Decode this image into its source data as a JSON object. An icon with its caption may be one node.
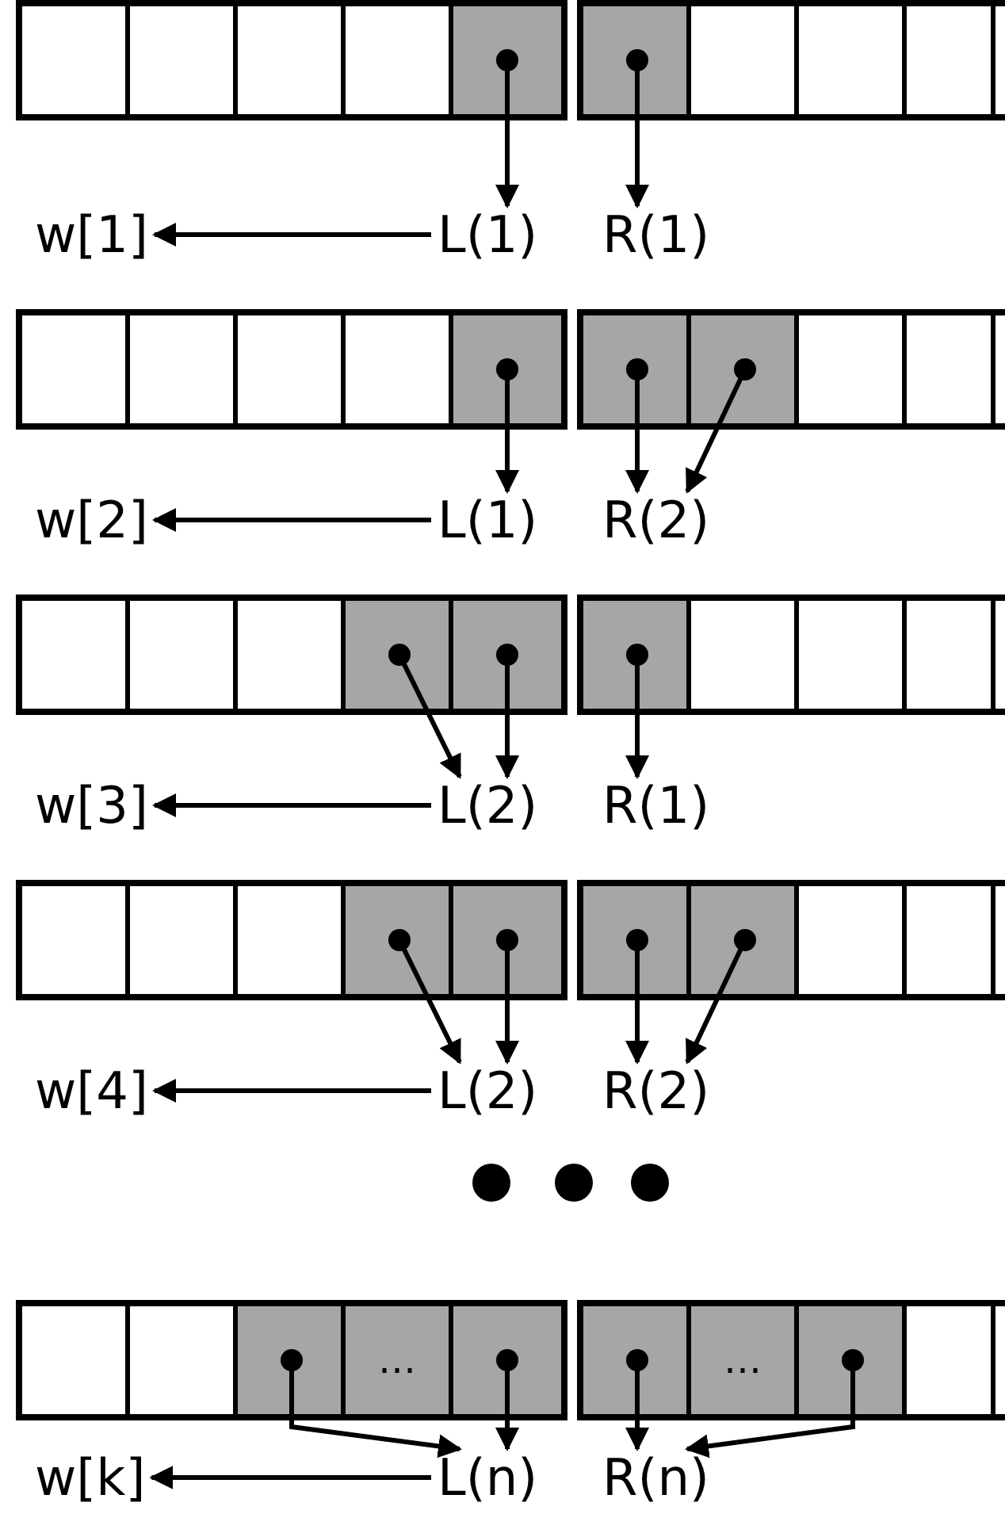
{
  "diagram": {
    "nodes": [
      {
        "text": [],
        "shape": "box"
      },
      {
        "text": [],
        "shape": "box",
        "in": 0
      },
      {
        "text": [],
        "shape": "box",
        "in": 0
      },
      {
        "text": [],
        "shape": "box",
        "in": 0
      },
      {
        "text": [],
        "shape": "box",
        "in": 0
      },
      {
        "text": [],
        "shape": "box",
        "in": 0
      },
      {
        "text": [],
        "shape": "box"
      },
      {
        "text": [],
        "shape": "box",
        "in": 6
      },
      {
        "text": [],
        "shape": "box",
        "in": 6
      },
      {
        "text": [],
        "shape": "box",
        "in": 6
      },
      {
        "text": [],
        "shape": "box",
        "in": 6
      },
      {
        "text": [
          "w[1]"
        ]
      },
      {
        "text": [
          "L(1)"
        ]
      },
      {
        "text": [
          "R(1)"
        ]
      },
      {
        "text": [],
        "shape": "box"
      },
      {
        "text": [],
        "shape": "box",
        "in": 14
      },
      {
        "text": [],
        "shape": "box",
        "in": 14
      },
      {
        "text": [],
        "shape": "box",
        "in": 14
      },
      {
        "text": [],
        "shape": "box",
        "in": 14
      },
      {
        "text": [],
        "shape": "box",
        "in": 14
      },
      {
        "text": [],
        "shape": "box"
      },
      {
        "text": [],
        "shape": "box",
        "in": 20
      },
      {
        "text": [],
        "shape": "box",
        "in": 20
      },
      {
        "text": [],
        "shape": "box",
        "in": 20
      },
      {
        "text": [],
        "shape": "box",
        "in": 20
      },
      {
        "text": [
          "w[2]"
        ]
      },
      {
        "text": [
          "L(1)"
        ]
      },
      {
        "text": [
          "R(2)"
        ]
      },
      {
        "text": [],
        "shape": "box"
      },
      {
        "text": [],
        "shape": "box",
        "in": 28
      },
      {
        "text": [],
        "shape": "box",
        "in": 28
      },
      {
        "text": [],
        "shape": "box",
        "in": 28
      },
      {
        "text": [],
        "shape": "box",
        "in": 28
      },
      {
        "text": [],
        "shape": "box",
        "in": 28
      },
      {
        "text": [],
        "shape": "box"
      },
      {
        "text": [],
        "shape": "box",
        "in": 34
      },
      {
        "text": [],
        "shape": "box",
        "in": 34
      },
      {
        "text": [],
        "shape": "box",
        "in": 34
      },
      {
        "text": [],
        "shape": "box",
        "in": 34
      },
      {
        "text": [
          "w[3]"
        ]
      },
      {
        "text": [
          "L(2)"
        ]
      },
      {
        "text": [
          "R(1)"
        ]
      },
      {
        "text": [],
        "shape": "box"
      },
      {
        "text": [],
        "shape": "box",
        "in": 42
      },
      {
        "text": [],
        "shape": "box",
        "in": 42
      },
      {
        "text": [],
        "shape": "box",
        "in": 42
      },
      {
        "text": [],
        "shape": "box",
        "in": 42
      },
      {
        "text": [],
        "shape": "box",
        "in": 42
      },
      {
        "text": [],
        "shape": "box"
      },
      {
        "text": [],
        "shape": "box",
        "in": 48
      },
      {
        "text": [],
        "shape": "box",
        "in": 48
      },
      {
        "text": [],
        "shape": "box",
        "in": 48
      },
      {
        "text": [],
        "shape": "box",
        "in": 48
      },
      {
        "text": [
          "w[4]"
        ]
      },
      {
        "text": [
          "L(2)"
        ]
      },
      {
        "text": [
          "R(2)"
        ]
      },
      {
        "text": [],
        "shape": "box"
      },
      {
        "text": [],
        "shape": "box",
        "in": 56
      },
      {
        "text": [],
        "shape": "box",
        "in": 56
      },
      {
        "text": [],
        "shape": "box",
        "in": 56
      },
      {
        "text": [
          "…"
        ],
        "in": 56
      },
      {
        "text": [],
        "shape": "box",
        "in": 56
      },
      {
        "text": [],
        "shape": "box"
      },
      {
        "text": [],
        "shape": "box",
        "in": 62
      },
      {
        "text": [
          "…"
        ],
        "in": 62
      },
      {
        "text": [],
        "shape": "box",
        "in": 62
      },
      {
        "text": [],
        "shape": "box",
        "in": 62
      },
      {
        "text": [
          "w[k]"
        ]
      },
      {
        "text": [
          "L(n)"
        ]
      },
      {
        "text": [
          "R(n)"
        ]
      }
    ],
    "edges": [
      {
        "from": 5,
        "to": 12,
        "arrow": "to"
      },
      {
        "from": 7,
        "to": 13,
        "arrow": "to"
      },
      {
        "from": 12,
        "to": 11,
        "arrow": "to"
      },
      {
        "from": 19,
        "to": 26,
        "arrow": "to"
      },
      {
        "from": 21,
        "to": 27,
        "arrow": "to"
      },
      {
        "from": 22,
        "to": 27,
        "arrow": "to"
      },
      {
        "from": 26,
        "to": 25,
        "arrow": "to"
      },
      {
        "from": 32,
        "to": 40,
        "arrow": "to"
      },
      {
        "from": 33,
        "to": 40,
        "arrow": "to"
      },
      {
        "from": 35,
        "to": 41,
        "arrow": "to"
      },
      {
        "from": 40,
        "to": 39,
        "arrow": "to"
      },
      {
        "from": 46,
        "to": 54,
        "arrow": "to"
      },
      {
        "from": 47,
        "to": 54,
        "arrow": "to"
      },
      {
        "from": 49,
        "to": 55,
        "arrow": "to"
      },
      {
        "from": 50,
        "to": 55,
        "arrow": "to"
      },
      {
        "from": 54,
        "to": 53,
        "arrow": "to"
      },
      {
        "from": 59,
        "to": 68,
        "arrow": "to"
      },
      {
        "from": 61,
        "to": 68,
        "arrow": "to"
      },
      {
        "from": 63,
        "to": 69,
        "arrow": "to"
      },
      {
        "from": 65,
        "to": 69,
        "arrow": "to"
      },
      {
        "from": 68,
        "to": 67,
        "arrow": "to"
      }
    ]
  }
}
